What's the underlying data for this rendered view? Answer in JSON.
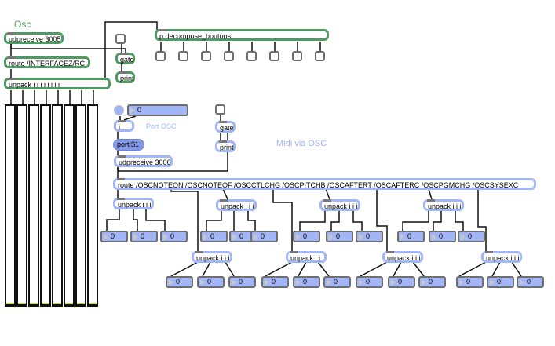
{
  "comments": {
    "osc_title": "Osc",
    "port_osc": "Port OSC",
    "midi_via_osc": "Midi via OSC"
  },
  "objects": {
    "udpreceive_top": "udpreceive 3005",
    "route_top": "route /INTERFACEZ/RC",
    "unpack_top": "unpack i i i i i i i i",
    "gate_top": "gate",
    "print_top": "print",
    "decompose": "p decompose_boutons",
    "int_obj": "i",
    "port_msg": "port $1",
    "udpreceive_mid": "udpreceive 3006",
    "gate_mid": "gate",
    "print_mid": "print",
    "route_osc": "route /OSCNOTEON /OSCNOTEOF /OSCCTLCHG /OSCPITCHB /OSCAFTERT /OSCAFTERC /OSCPGMCHG /OSCSYSEXC",
    "unpack_label": "unpack i i i"
  },
  "port_number": "0",
  "sliders": [
    0,
    0,
    0,
    0,
    0,
    0,
    0,
    0
  ],
  "toggles_decompose": [
    false,
    false,
    false,
    false,
    false,
    false,
    false,
    false
  ],
  "unpack_groups": [
    {
      "name": "noteon",
      "values": [
        "0",
        "0",
        "0"
      ]
    },
    {
      "name": "noteof",
      "values": [
        "0",
        "0",
        "0"
      ]
    },
    {
      "name": "ctlchg",
      "values": [
        "0",
        "0",
        "0"
      ]
    },
    {
      "name": "pitchb",
      "values": [
        "0",
        "0",
        "0"
      ]
    },
    {
      "name": "aftert",
      "values": [
        "0",
        "0",
        "0"
      ]
    },
    {
      "name": "afterc",
      "values": [
        "0",
        "0",
        "0"
      ]
    },
    {
      "name": "pgmchg",
      "values": [
        "0",
        "0",
        "0"
      ]
    },
    {
      "name": "sysexc",
      "values": [
        "0",
        "0",
        "0"
      ]
    }
  ],
  "colors": {
    "green_box": "#4f9a63",
    "blue_box": "#a2b5f7",
    "number_fill": "#a2b5f7",
    "message_fill": "#8398e6"
  }
}
